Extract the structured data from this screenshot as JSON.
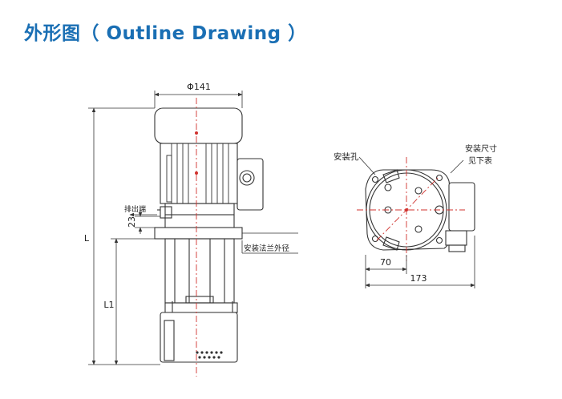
{
  "title": "外形图（ Outline Drawing ）",
  "labels": {
    "phi141": "Φ141",
    "outlet": "排出端",
    "dim23": "23",
    "L": "L",
    "L1": "L1",
    "flange_dia": "安装法兰外径",
    "mount_hole": "安装孔",
    "mount_size_1": "安装尺寸",
    "mount_size_2": "见下表",
    "dim70": "70",
    "dim173": "173"
  },
  "colors": {
    "title": "#1a6fb4",
    "line": "#333333",
    "centerline": "#d0312d"
  }
}
